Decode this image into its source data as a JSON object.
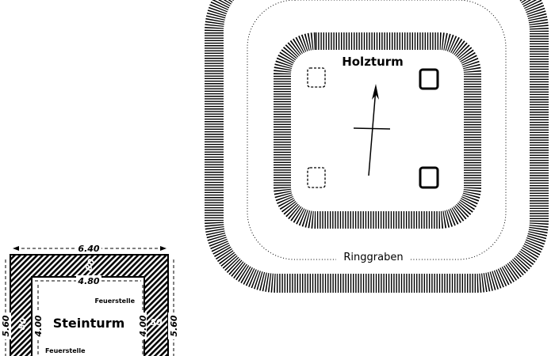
{
  "holzturm": {
    "title": "Holzturm",
    "ring_label": "Ringgraben"
  },
  "steinturm": {
    "title": "Steinturm",
    "fireplace_top": "Feuerstelle",
    "fireplace_bottom": "Feuerstelle",
    "outer_width": "6.40",
    "inner_width": "4.80",
    "outer_height_left": "5.60",
    "outer_height_right": "5.60",
    "inner_height_left": "4.00",
    "inner_height_right": "4.00",
    "wall_top": "80",
    "wall_left": "80",
    "wall_right": "80"
  }
}
